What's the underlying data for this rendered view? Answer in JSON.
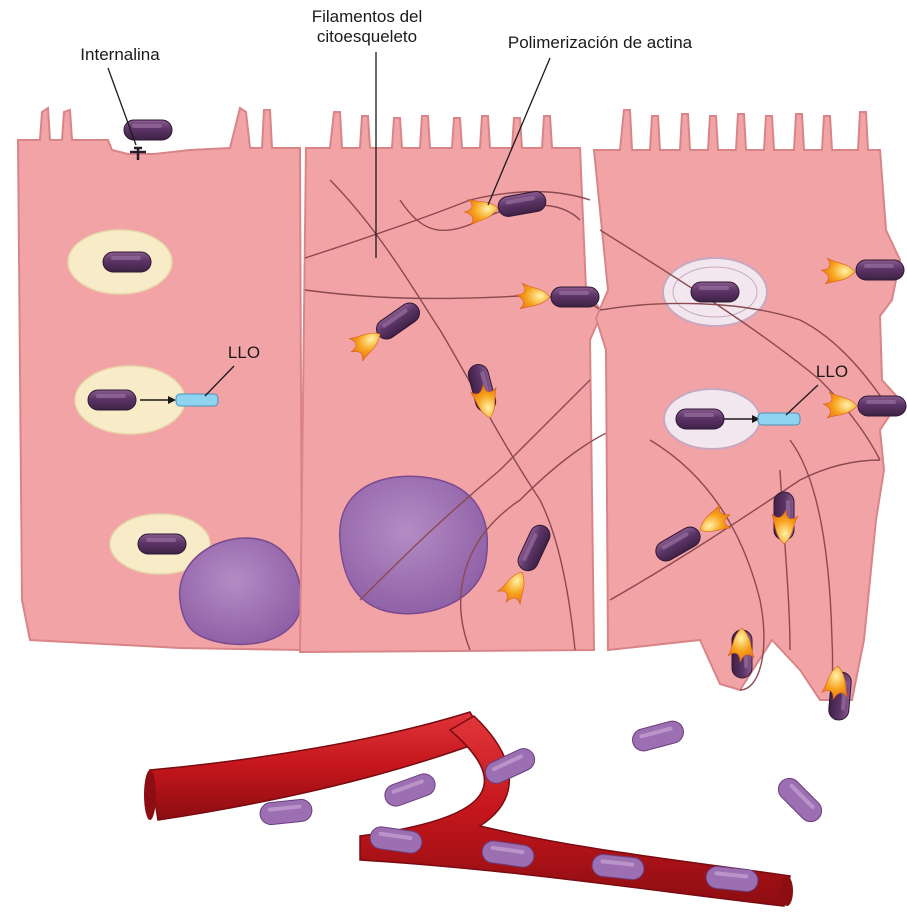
{
  "labels": {
    "internalina": "Internalina",
    "filamentos_line1": "Filamentos del",
    "filamentos_line2": "citoesqueleto",
    "polimerizacion": "Polimerización de actina",
    "llo_left": "LLO",
    "llo_right": "LLO"
  },
  "colors": {
    "cell_fill": "#f2a3a6",
    "cell_edge": "#d98588",
    "vacuole_fill": "#f8ecc8",
    "bacterium": "#5c3566",
    "bacterium_highlight": "#8a5a8f",
    "nucleus": "#9a6fb0",
    "actin_tail": "#f5a623",
    "llo_fill": "#8fd3f0",
    "blood_vessel": "#c4161c",
    "filament": "#8b4a4f"
  }
}
